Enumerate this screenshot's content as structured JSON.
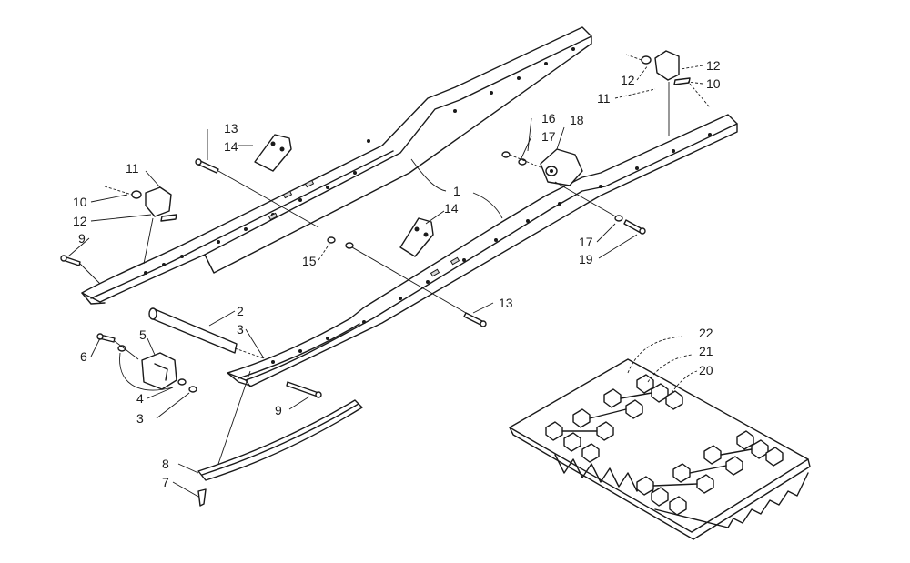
{
  "diagram": {
    "callouts": [
      {
        "id": "c1",
        "label": "1"
      },
      {
        "id": "c2",
        "label": "2"
      },
      {
        "id": "c3a",
        "label": "3"
      },
      {
        "id": "c3b",
        "label": "3"
      },
      {
        "id": "c4",
        "label": "4"
      },
      {
        "id": "c5",
        "label": "5"
      },
      {
        "id": "c6",
        "label": "6"
      },
      {
        "id": "c7",
        "label": "7"
      },
      {
        "id": "c8",
        "label": "8"
      },
      {
        "id": "c9a",
        "label": "9"
      },
      {
        "id": "c9b",
        "label": "9"
      },
      {
        "id": "c10a",
        "label": "10"
      },
      {
        "id": "c10b",
        "label": "10"
      },
      {
        "id": "c11a",
        "label": "11"
      },
      {
        "id": "c11b",
        "label": "11"
      },
      {
        "id": "c12a",
        "label": "12"
      },
      {
        "id": "c12b",
        "label": "12"
      },
      {
        "id": "c12c",
        "label": "12"
      },
      {
        "id": "c13a",
        "label": "13"
      },
      {
        "id": "c13b",
        "label": "13"
      },
      {
        "id": "c14a",
        "label": "14"
      },
      {
        "id": "c14b",
        "label": "14"
      },
      {
        "id": "c15",
        "label": "15"
      },
      {
        "id": "c16",
        "label": "16"
      },
      {
        "id": "c17a",
        "label": "17"
      },
      {
        "id": "c17b",
        "label": "17"
      },
      {
        "id": "c18",
        "label": "18"
      },
      {
        "id": "c19",
        "label": "19"
      },
      {
        "id": "c20",
        "label": "20"
      },
      {
        "id": "c21",
        "label": "21"
      },
      {
        "id": "c22",
        "label": "22"
      }
    ]
  }
}
